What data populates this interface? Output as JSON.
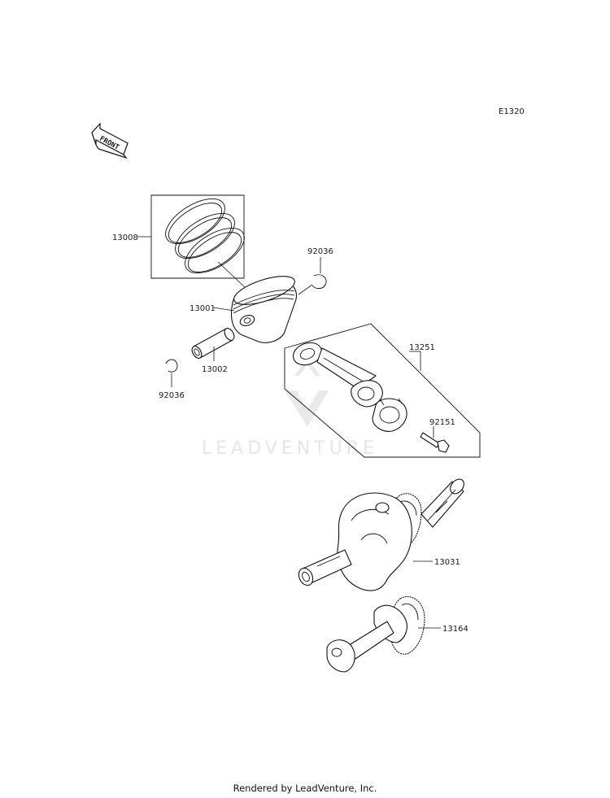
{
  "diagram_id": "E1320",
  "front_label": "FRONT",
  "watermark": "LEADVENTURE",
  "footer": "Rendered by LeadVenture, Inc.",
  "callouts": {
    "piston_ring_set": "13008",
    "circlip_top": "92036",
    "piston": "13001",
    "piston_pin": "13002",
    "circlip_left": "92036",
    "connecting_rod": "13251",
    "rod_bolt": "92151",
    "crankshaft": "13031",
    "balancer_shaft": "13164"
  }
}
